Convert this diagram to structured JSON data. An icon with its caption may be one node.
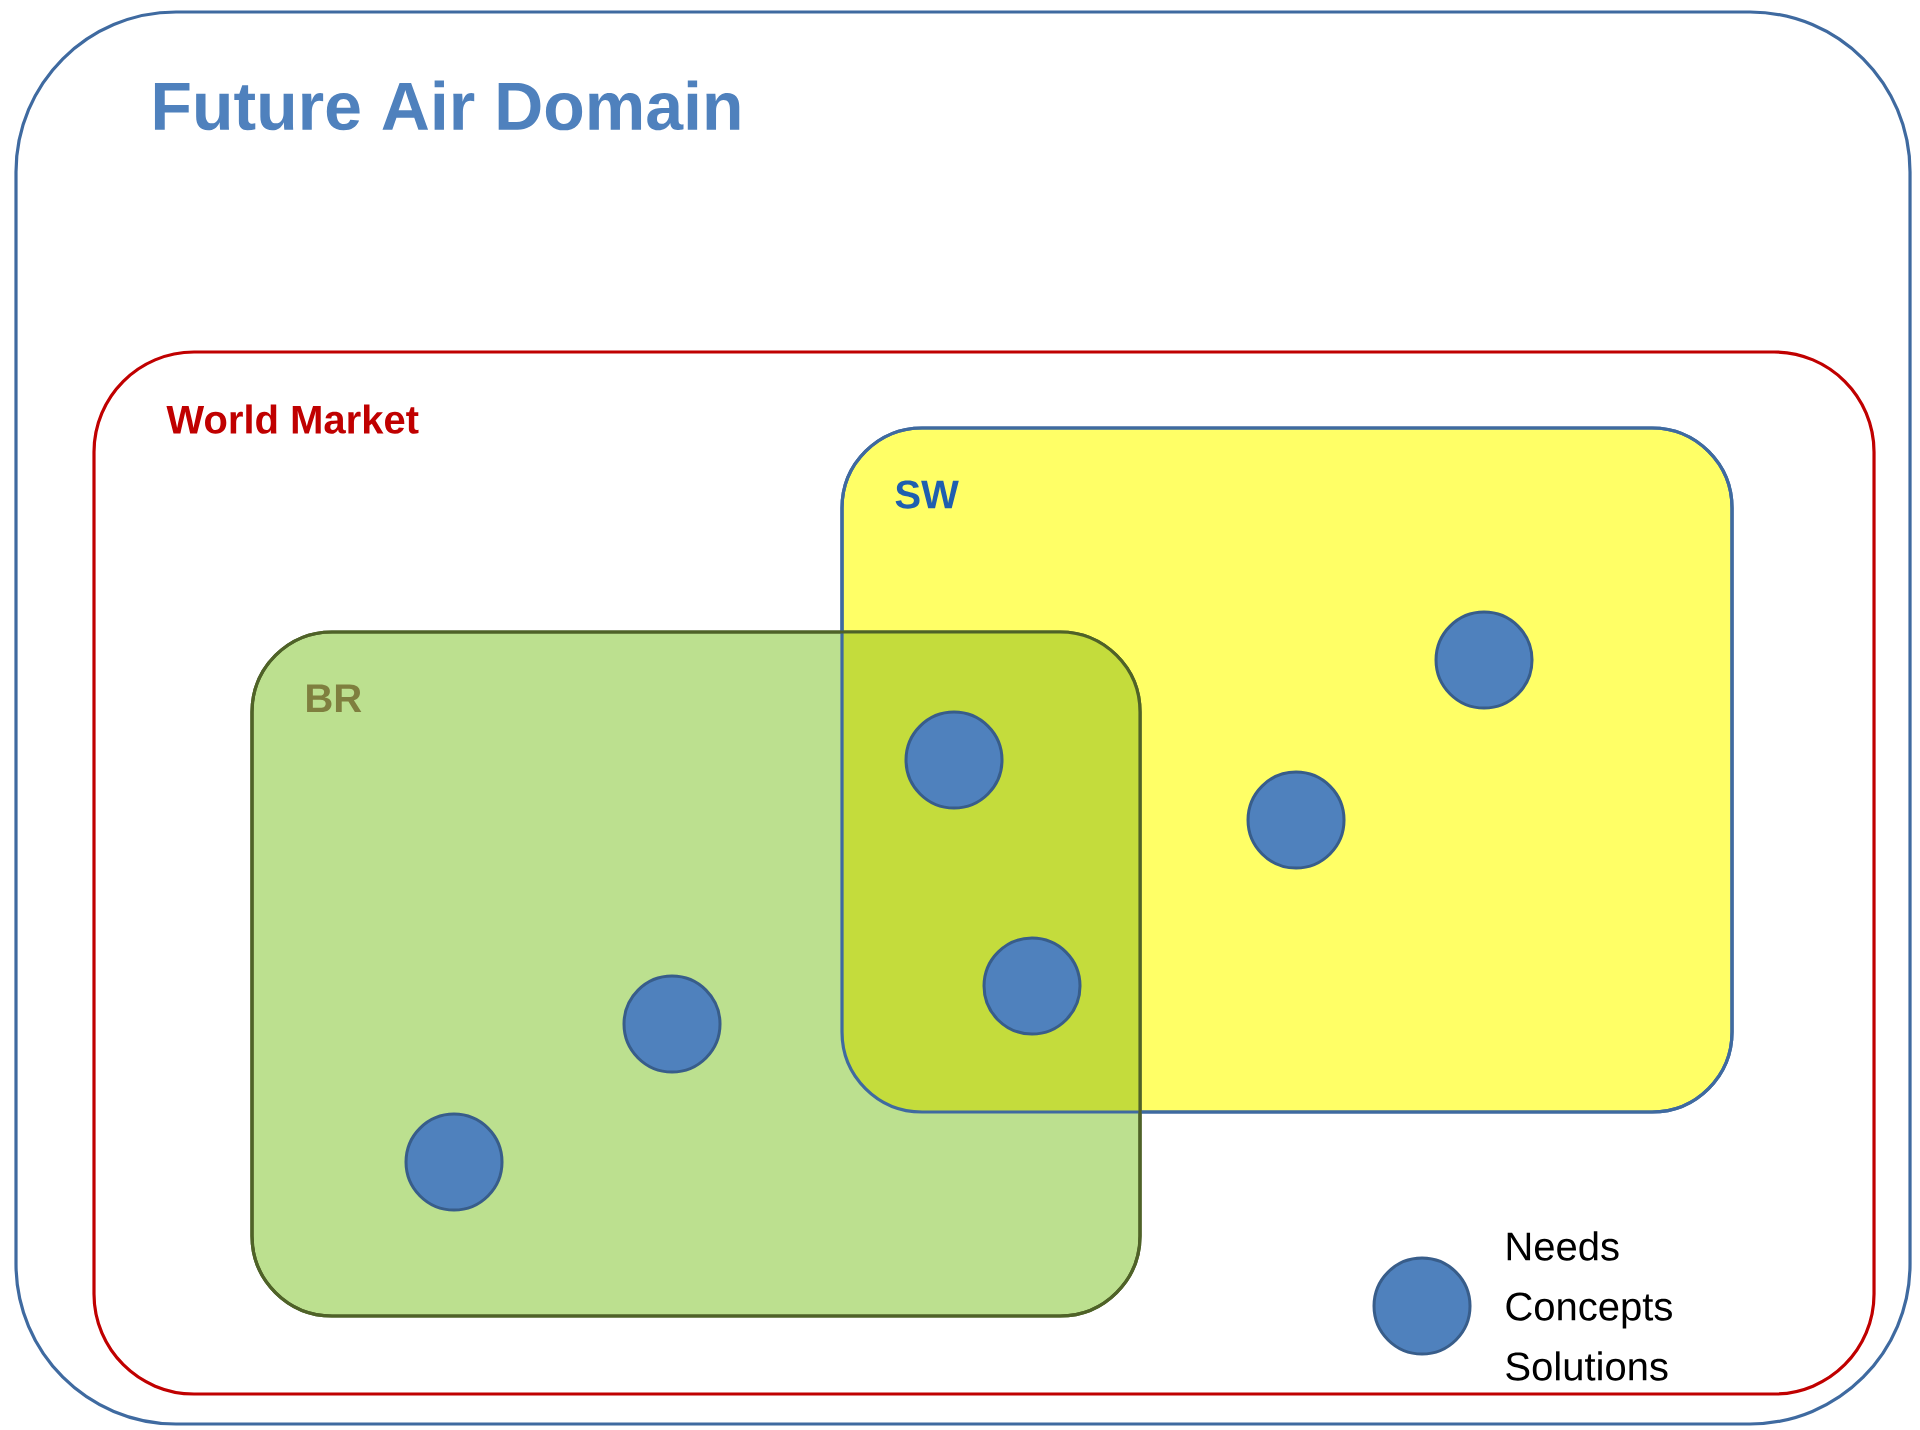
{
  "diagram": {
    "nodes": [
      {
        "text": [
          "Future Air Domain"
        ]
      },
      {
        "text": [
          "World Market"
        ],
        "in": 0
      },
      {
        "text": [
          "SW"
        ],
        "in": 1
      },
      {
        "text": [
          "BR"
        ],
        "in": 1
      },
      {
        "text": [],
        "shape": "circle",
        "in": 3
      },
      {
        "text": [],
        "shape": "circle",
        "in": 3
      },
      {
        "text": [],
        "shape": "circle"
      },
      {
        "text": [],
        "shape": "circle"
      },
      {
        "text": [],
        "shape": "circle",
        "in": 2
      },
      {
        "text": [],
        "shape": "circle",
        "in": 2
      }
    ],
    "legend": [
      {
        "text": "Needs Concepts Solutions"
      }
    ]
  }
}
